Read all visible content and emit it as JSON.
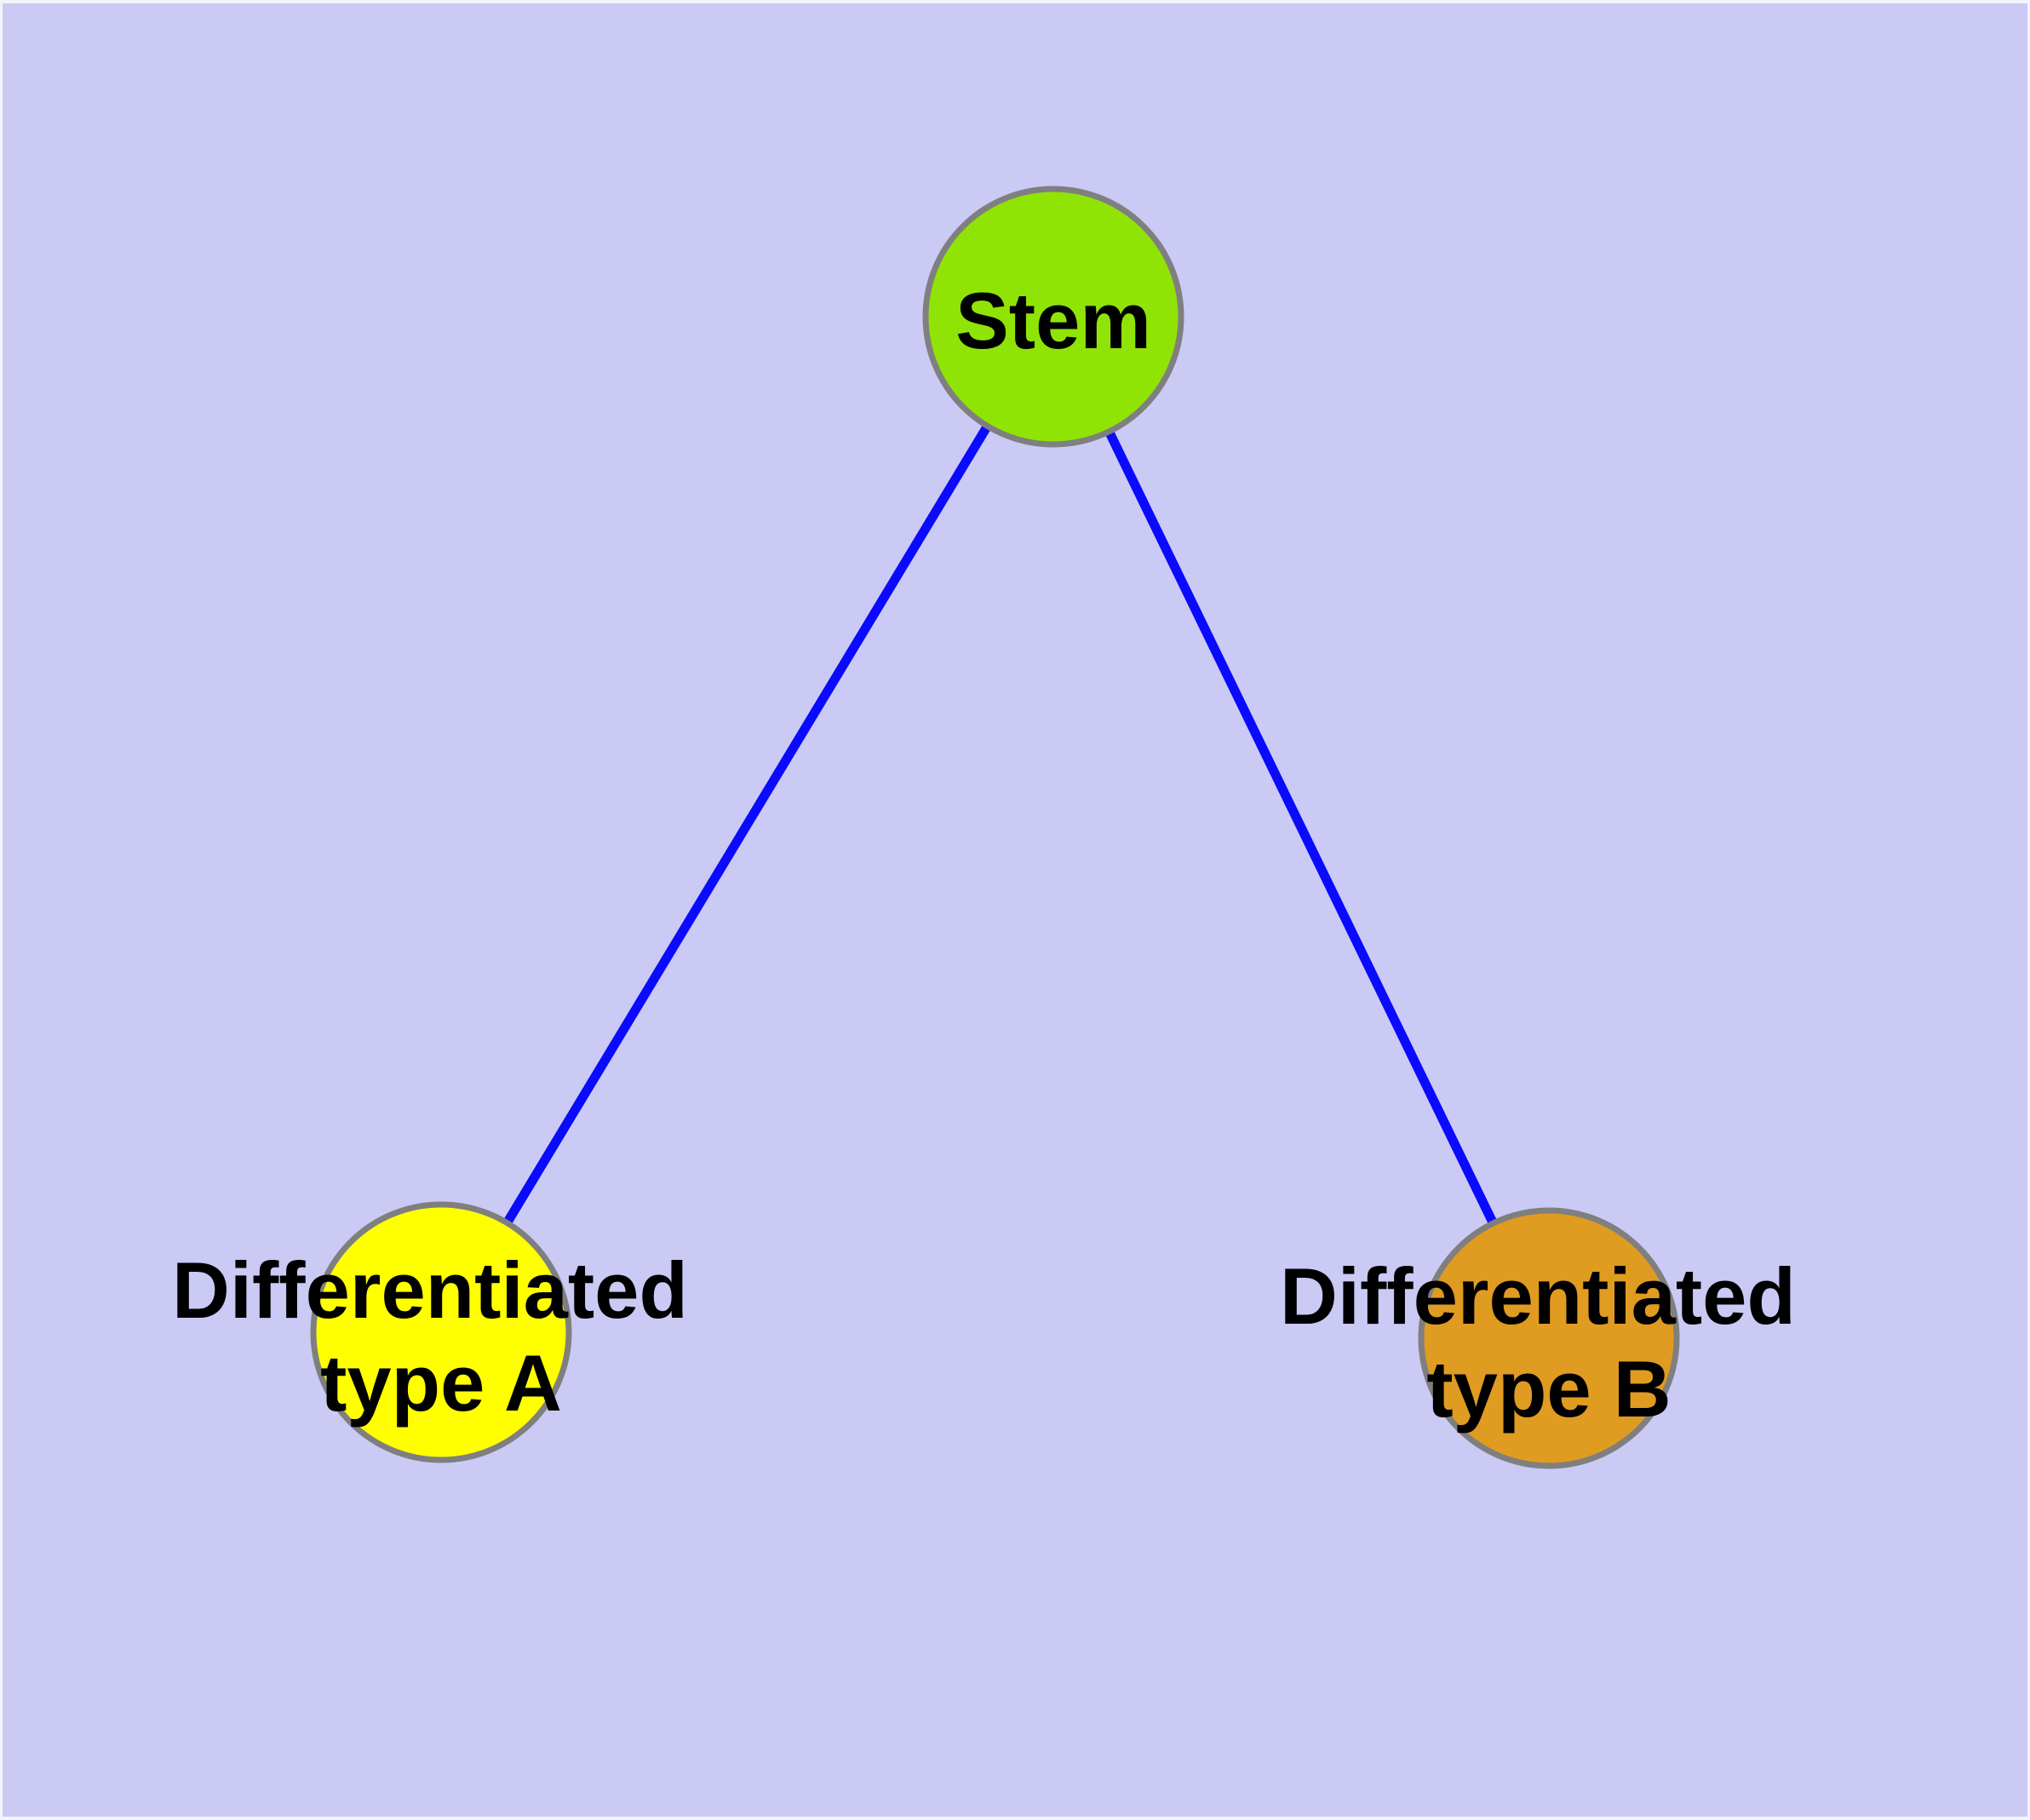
{
  "diagram": {
    "background_color": "#cacaf5",
    "margin_color": "#f4f4fb",
    "edge_color": "#0a0aff",
    "node_border_color": "#7f7f7f",
    "text_color": "#000000",
    "nodes": [
      {
        "id": "stem",
        "label_lines": [
          "Stem"
        ],
        "fill": "#90e405"
      },
      {
        "id": "differentiated-type-a",
        "label_lines": [
          "Differentiated",
          "type A"
        ],
        "fill": "#ffff00"
      },
      {
        "id": "differentiated-type-b",
        "label_lines": [
          "Differentiated",
          "type B"
        ],
        "fill": "#e09b21"
      }
    ],
    "edges": [
      {
        "from": "stem",
        "to": "differentiated-type-a"
      },
      {
        "from": "stem",
        "to": "differentiated-type-b"
      }
    ]
  }
}
